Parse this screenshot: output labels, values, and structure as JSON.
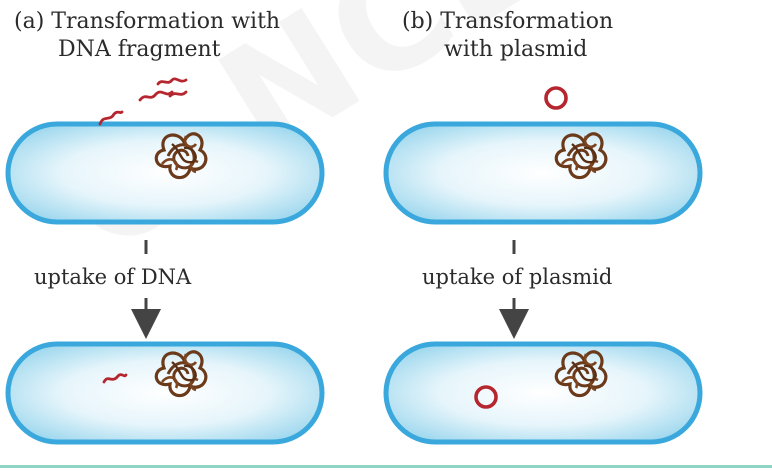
{
  "panels": [
    {
      "title_line1": "(a) Transformation with",
      "title_line2": "DNA fragment",
      "step_label": "uptake of DNA"
    },
    {
      "title_line1": "(b) Transformation",
      "title_line2": "with plasmid",
      "step_label": "uptake of plasmid"
    }
  ],
  "watermark": "© NCERT republished",
  "colors": {
    "cell_border": "#3aa8dc",
    "cell_fill_edge": "#9fd8ee",
    "cell_fill_center": "#ffffff",
    "dna": "#b5262f",
    "chromosome": "#6b3a1b",
    "arrow": "#444444",
    "rule": "#8fd3c2"
  },
  "icons": {
    "chromosome": "tangled-chromosome-icon",
    "dna_fragment": "dna-fragment-icon",
    "plasmid": "plasmid-ring-icon",
    "arrow": "down-arrow-icon"
  }
}
